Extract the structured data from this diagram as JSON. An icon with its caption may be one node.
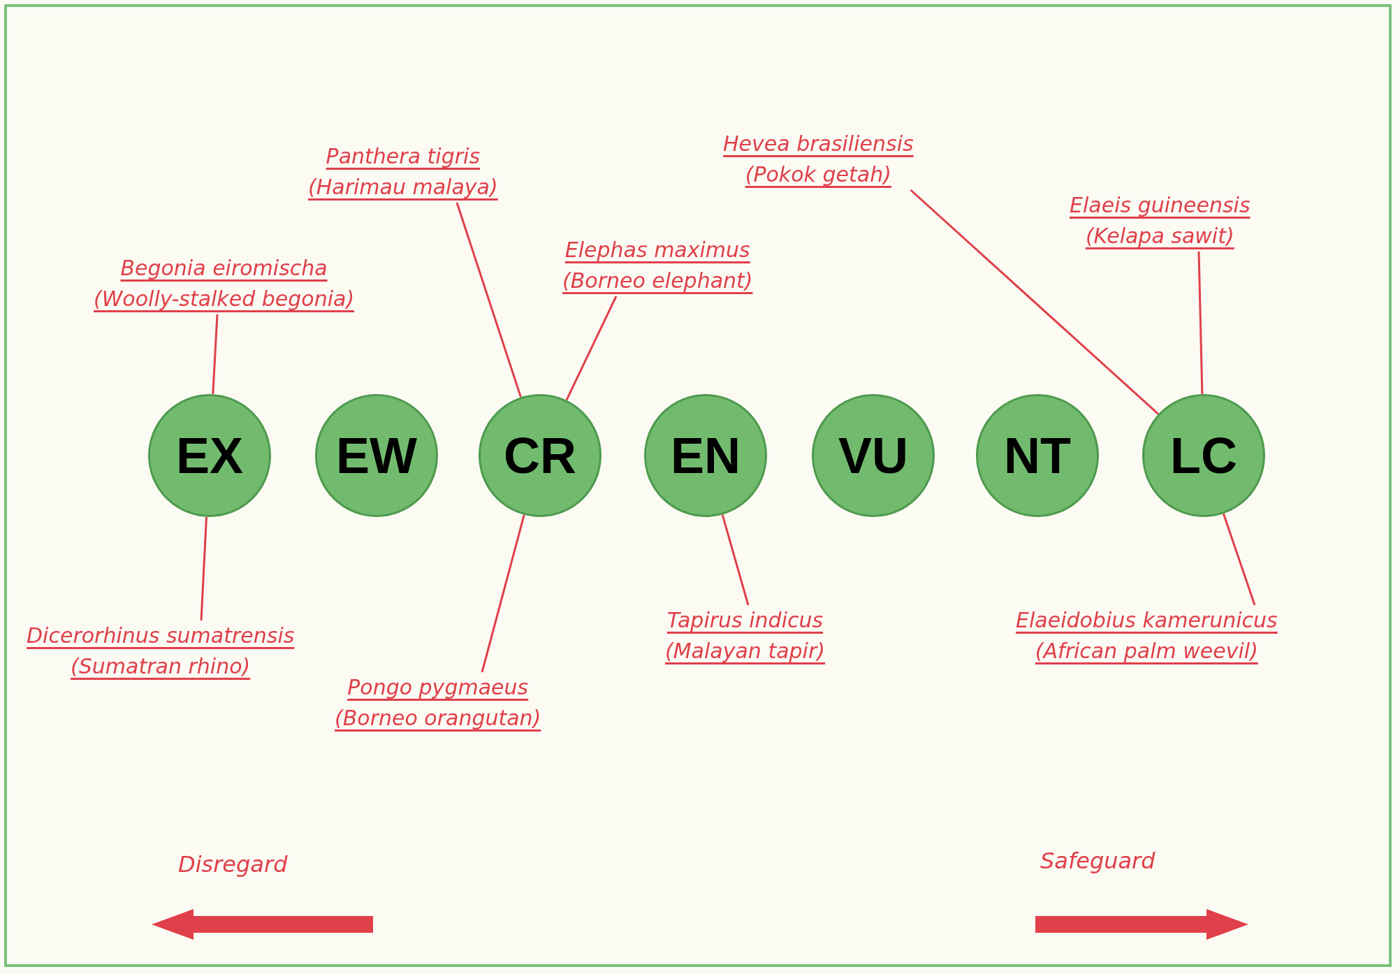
{
  "diagram": {
    "nodes": [
      {
        "text": [
          "Begonia eiromischa",
          "(Woolly-stalked begonia)"
        ]
      },
      {
        "text": [
          "Panthera tigris",
          "(Harimau malaya)"
        ]
      },
      {
        "text": [
          "Elephas maximus",
          "(Borneo elephant)"
        ]
      },
      {
        "text": [
          "Hevea brasiliensis",
          "(Pokok getah)"
        ]
      },
      {
        "text": [
          "Elaeis guineensis",
          "(Kelapa sawit)"
        ]
      },
      {
        "text": [
          "EX"
        ]
      },
      {
        "text": [
          "EW"
        ]
      },
      {
        "text": [
          "CR"
        ]
      },
      {
        "text": [
          "EN"
        ]
      },
      {
        "text": [
          "VU"
        ]
      },
      {
        "text": [
          "NT"
        ]
      },
      {
        "text": [
          "LC"
        ]
      },
      {
        "text": [
          "Dicerorhinus sumatrensis",
          "(Sumatran rhino)"
        ]
      },
      {
        "text": [
          "Pongo pygmaeus",
          "(Borneo orangutan)"
        ]
      },
      {
        "text": [
          "Tapirus indicus",
          "(Malayan tapir)"
        ]
      },
      {
        "text": [
          "Elaeidobius kamerunicus",
          "(African palm weevil)"
        ]
      }
    ],
    "edges": [
      {
        "from": 0,
        "to": 5,
        "arrow": "none"
      },
      {
        "from": 1,
        "to": 7,
        "arrow": "none"
      },
      {
        "from": 2,
        "to": 7,
        "arrow": "none"
      },
      {
        "from": 3,
        "to": 11,
        "arrow": "none"
      },
      {
        "from": 4,
        "to": 11,
        "arrow": "none"
      },
      {
        "from": 12,
        "to": 5,
        "arrow": "none"
      },
      {
        "from": 13,
        "to": 7,
        "arrow": "none"
      },
      {
        "from": 14,
        "to": 8,
        "arrow": "none"
      },
      {
        "from": 15,
        "to": 11,
        "arrow": "none"
      }
    ],
    "labels": [
      "Disregard",
      "Safeguard"
    ]
  }
}
